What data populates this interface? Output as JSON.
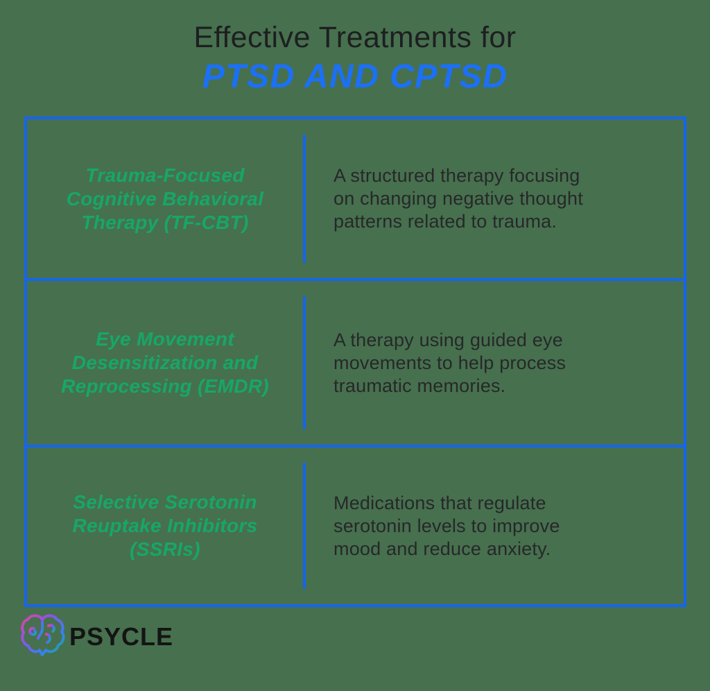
{
  "page": {
    "background_color": "#47704E",
    "accent_blue_border": "#1565EE",
    "accent_blue_title": "#1B70F8",
    "accent_green": "#17A768",
    "text_dark": "#26282A",
    "title_dark": "#1D1F21"
  },
  "header": {
    "title_line1": "Effective Treatments for",
    "title_line2": "PTSD AND CPTSD"
  },
  "table": {
    "rows": [
      {
        "treatment_name": "Trauma-Focused Cognitive Behavioral Therapy (TF-CBT)",
        "treatment_lines": [
          "Trauma-Focused",
          "Cognitive Behavioral",
          "Therapy (TF-CBT)"
        ],
        "description": "A structured therapy focusing on changing negative thought patterns related to trauma.",
        "description_lines": [
          "A structured therapy focusing",
          "on changing negative thought",
          "patterns related to trauma."
        ]
      },
      {
        "treatment_name": "Eye Movement Desensitization and Reprocessing (EMDR)",
        "treatment_lines": [
          "Eye Movement",
          "Desensitization and",
          "Reprocessing (EMDR)"
        ],
        "description": "A therapy using guided eye movements to help process traumatic memories.",
        "description_lines": [
          "A therapy using guided eye",
          "movements to help process",
          "traumatic memories."
        ]
      },
      {
        "treatment_name": "Selective Serotonin Reuptake Inhibitors (SSRIs)",
        "treatment_lines": [
          "Selective Serotonin",
          "Reuptake Inhibitors",
          "(SSRIs)"
        ],
        "description": "Medications that regulate serotonin levels to improve mood and reduce anxiety.",
        "description_lines": [
          "Medications that regulate",
          "serotonin levels to improve",
          "mood and reduce anxiety."
        ]
      }
    ]
  },
  "footer": {
    "brand_name": "PSYCLE",
    "brain_icon": "brain-gradient-icon",
    "brain_gradient": [
      "#E0459C",
      "#8A55E8",
      "#3B7DF2",
      "#12B583"
    ]
  }
}
